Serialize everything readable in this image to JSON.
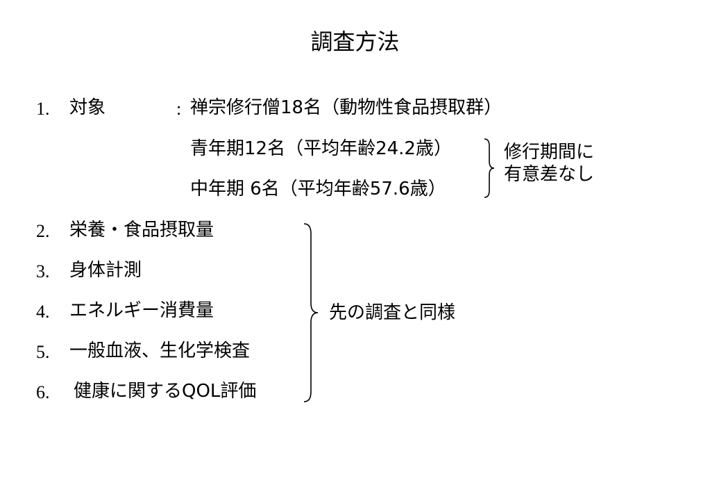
{
  "title": "調査方法",
  "items": [
    {
      "num": "1.",
      "label": "対象"
    },
    {
      "num": "2.",
      "label": "栄養・食品摂取量"
    },
    {
      "num": "3.",
      "label": "身体計測"
    },
    {
      "num": "4.",
      "label": "エネルギー消費量"
    },
    {
      "num": "5.",
      "label": "一般血液、生化学検査"
    },
    {
      "num": "6.",
      "label": "健康に関するQOL評価"
    }
  ],
  "subject": {
    "colon": ":",
    "line1": "禅宗修行僧18名（動物性食品摂取群）",
    "line2": "青年期12名（平均年齢24.2歳）",
    "line3": "中年期 6名（平均年齢57.6歳）"
  },
  "note_age": {
    "line1": "修行期間に",
    "line2": "有意差なし"
  },
  "note_same": "先の調査と同様"
}
